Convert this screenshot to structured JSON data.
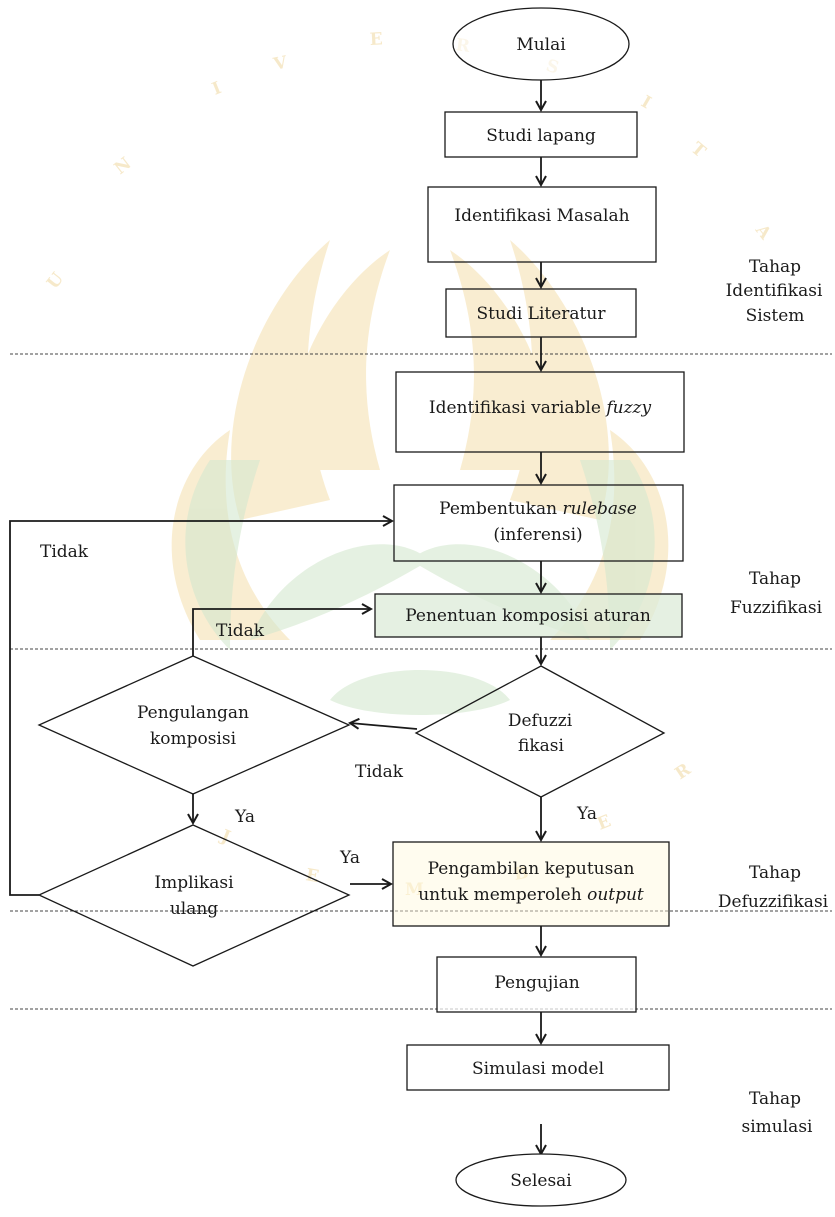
{
  "watermark": {
    "letters": [
      "U",
      "N",
      "I",
      "V",
      "E",
      "R",
      "S",
      "I",
      "T",
      "A",
      "S",
      "J",
      "E",
      "M",
      "B",
      "E",
      "R"
    ],
    "colors": {
      "gold": "#f2d89a",
      "green": "#d4e8cf"
    }
  },
  "flowchart": {
    "start": "Mulai",
    "studi_lapang": "Studi lapang",
    "identifikasi_masalah": "Identifikasi Masalah",
    "studi_literatur": "Studi Literatur",
    "identifikasi_variabel": {
      "text": "Identifikasi variable ",
      "italic": "fuzzy"
    },
    "rulebase": {
      "text": "Pembentukan ",
      "italic": "rulebase",
      "line2": "(inferensi)"
    },
    "komposisi_aturan": "Penentuan komposisi aturan",
    "defuzzifikasi": {
      "line1": "Defuzzi",
      "line2": "fikasi"
    },
    "pengulangan": {
      "line1": "Pengulangan",
      "line2": "komposisi"
    },
    "implikasi": {
      "line1": "Implikasi",
      "line2": "ulang"
    },
    "keputusan": {
      "line1": "Pengambilan keputusan",
      "line2_text": "untuk memperoleh ",
      "line2_italic": "output"
    },
    "pengujian": "Pengujian",
    "simulasi_model": "Simulasi model",
    "end": "Selesai",
    "edge_labels": {
      "tidak_rulebase": "Tidak",
      "tidak_komposisi": "Tidak",
      "tidak_defuzz": "Tidak",
      "ya_pengulangan": "Ya",
      "ya_defuzz": "Ya",
      "ya_implikasi": "Ya"
    }
  },
  "stages": {
    "identifikasi": {
      "line1": "Tahap",
      "line2": "Identifikasi",
      "line3": "Sistem"
    },
    "fuzzifikasi": {
      "line1": "Tahap",
      "line2": "Fuzzifikasi"
    },
    "defuzzifikasi": {
      "line1": "Tahap",
      "line2": "Defuzzifikasi"
    },
    "simulasi": {
      "line1": "Tahap",
      "line2": "simulasi"
    }
  },
  "colors": {
    "stroke": "#1a1a1a",
    "shaded_box": "#dcebd8",
    "divider": "#444444"
  }
}
